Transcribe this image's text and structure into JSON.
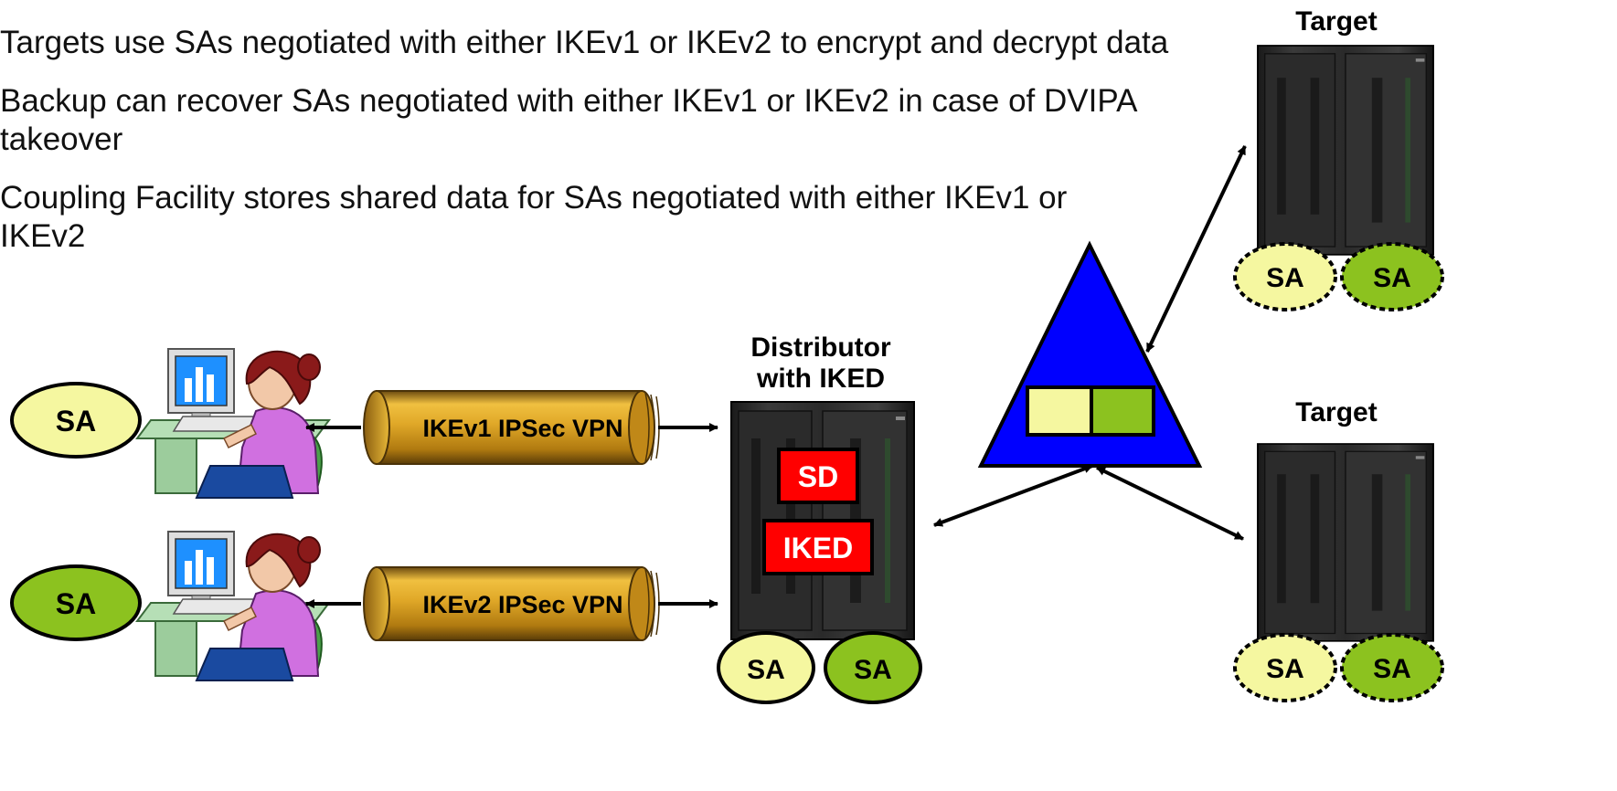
{
  "bullets": [
    "Targets use SAs negotiated with either IKEv1 or IKEv2 to encrypt and decrypt data",
    "Backup can recover SAs negotiated with either IKEv1 or IKEv2 in case of DVIPA takeover",
    "Coupling Facility stores shared data for SAs negotiated with either IKEv1 or IKEv2"
  ],
  "clients": [
    {
      "sa_label": "SA",
      "tunnel_label": "IKEv1 IPSec VPN",
      "sa_color": "#f5f7a0"
    },
    {
      "sa_label": "SA",
      "tunnel_label": "IKEv2 IPSec VPN",
      "sa_color": "#8cc21f"
    }
  ],
  "distributor": {
    "title_line1": "Distributor",
    "title_line2": "with IKED",
    "sd_label": "SD",
    "iked_label": "IKED",
    "sa_left": "SA",
    "sa_right": "SA"
  },
  "targets": [
    {
      "title": "Target",
      "sa_left": "SA",
      "sa_right": "SA"
    },
    {
      "title": "Target",
      "sa_left": "SA",
      "sa_right": "SA"
    }
  ],
  "colors": {
    "sa_yellow": "#f5f7a0",
    "sa_green": "#8cc21f",
    "coupling_facility": "#0000ff",
    "server_box_red": "#ff0000",
    "tunnel_gold": "#d9a020"
  },
  "icons": {
    "client": "user-at-computer-icon",
    "server": "mainframe-server-icon",
    "coupling_facility": "triangle-coupling-facility-icon"
  }
}
